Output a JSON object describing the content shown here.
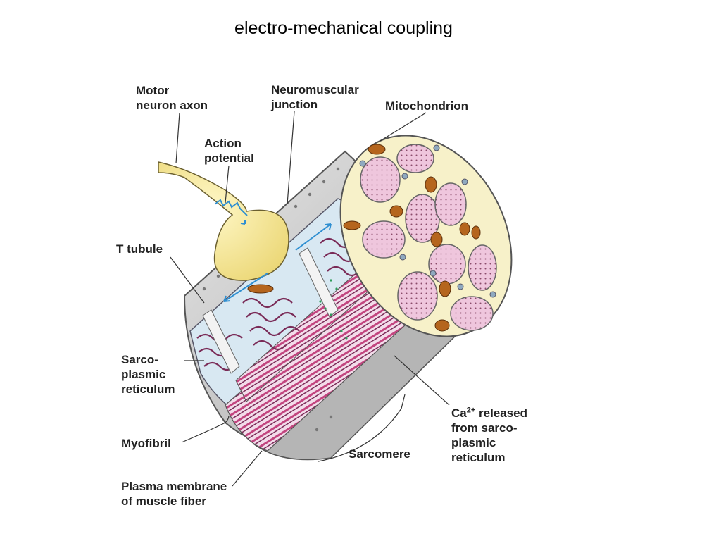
{
  "title": "electro-mechanical coupling",
  "labels": {
    "motor_neuron_axon": [
      "Motor",
      "neuron axon"
    ],
    "neuromuscular_junction": [
      "Neuromuscular",
      "junction"
    ],
    "mitochondrion": [
      "Mitochondrion"
    ],
    "action_potential": [
      "Action",
      "potential"
    ],
    "t_tubule": [
      "T tubule"
    ],
    "sarcoplasmic_reticulum": [
      "Sarco-",
      "plasmic",
      "reticulum"
    ],
    "myofibril": [
      "Myofibril"
    ],
    "plasma_membrane": [
      "Plasma membrane",
      "of muscle fiber"
    ],
    "sarcomere": [
      "Sarcomere"
    ],
    "ca_released": {
      "ion": "Ca",
      "charge": "2+",
      "line1_rest": " released",
      "line2": "from sarco-",
      "line3": "plasmic",
      "line4": "reticulum"
    }
  },
  "colors": {
    "membrane": "#c9c9c9",
    "axon": "#f6eba2",
    "myofibril": "#e9bdd7",
    "sr": "#cfe0ec",
    "mitochondrion": "#b5651d",
    "arrow": "#2f8fd1",
    "cytoplasm": "#f7f1c9"
  }
}
